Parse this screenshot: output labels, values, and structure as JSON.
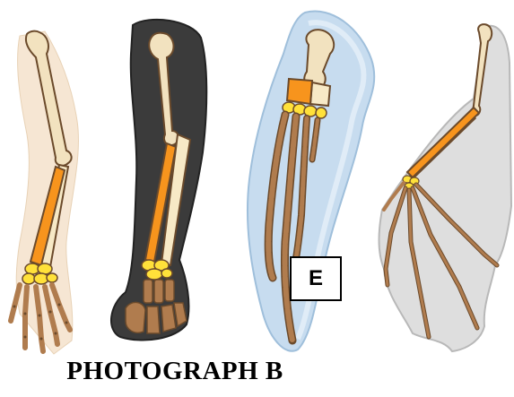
{
  "figure": {
    "caption": "PHOTOGRAPH B",
    "box_label": "E",
    "limbs": [
      "human-arm",
      "cat-foreleg",
      "whale-flipper",
      "bat-wing"
    ],
    "colors": {
      "humerus": "#f2e2bf",
      "radius": "#f7941d",
      "ulna": "#f7e9c6",
      "carpals": "#ffe13a",
      "phalanges": "#b07c4e",
      "bone_outline": "#6b4a2b",
      "human_skin": "#f6e6d3",
      "cat_fur": "#3b3b3b",
      "whale_flipper": "#c7dcef",
      "bat_membrane": "#d8d8d8"
    }
  }
}
